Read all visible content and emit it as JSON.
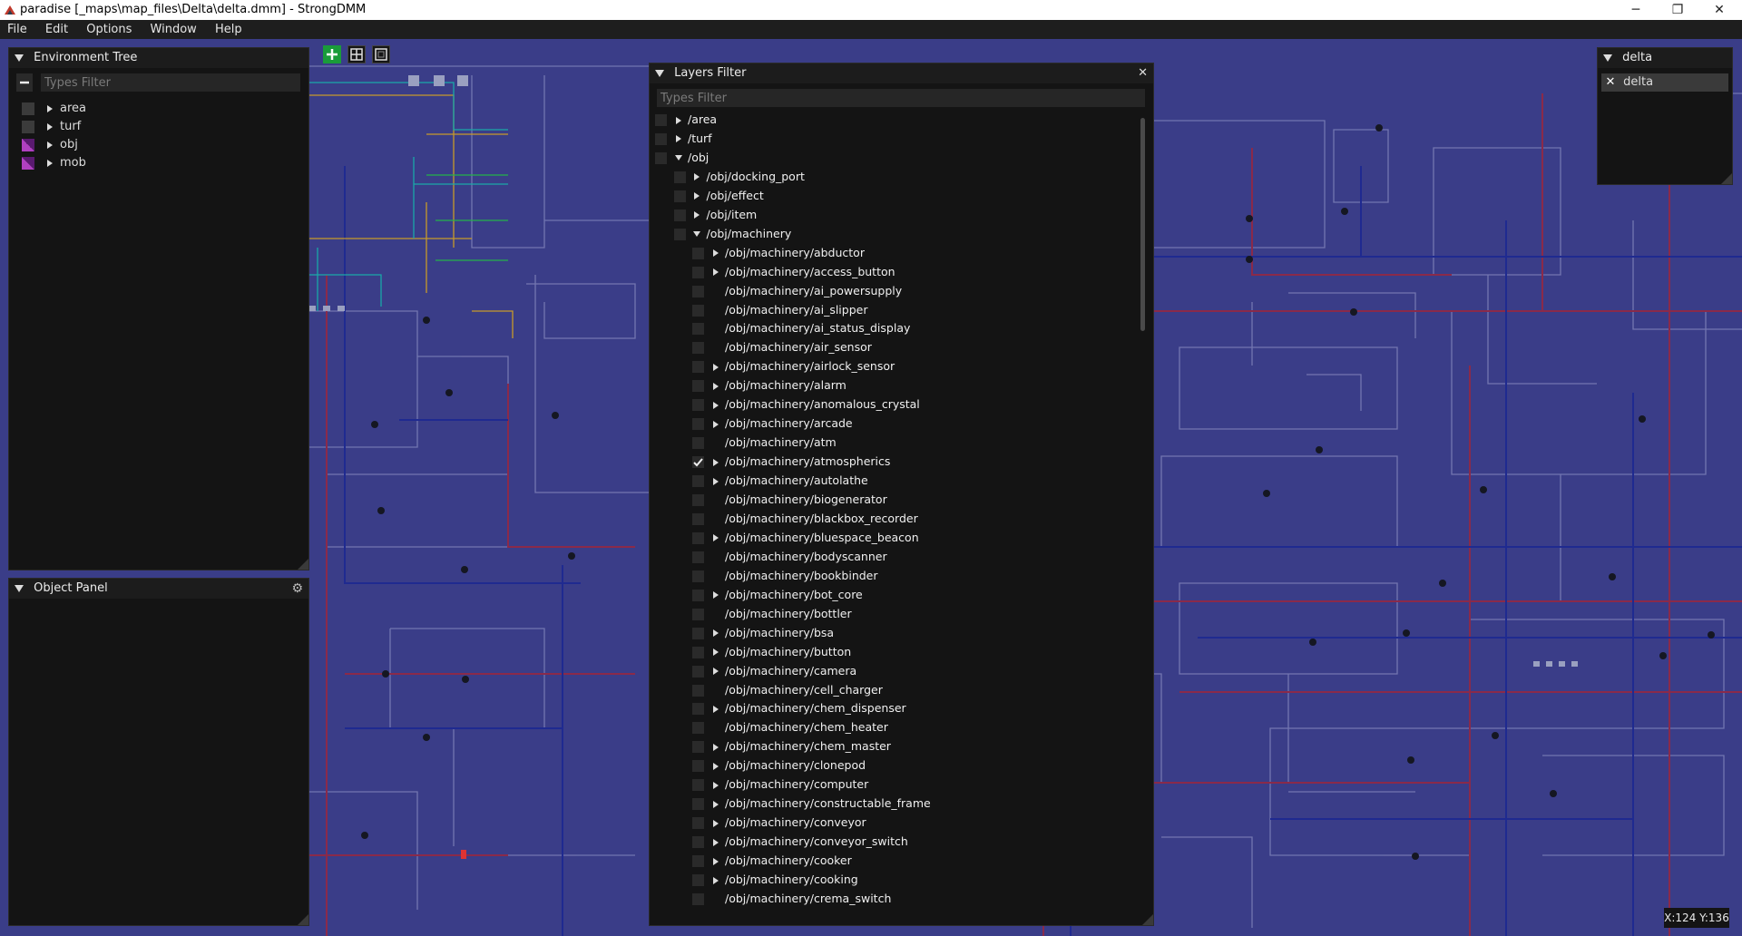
{
  "window": {
    "title": "paradise [_maps\\map_files\\Delta\\delta.dmm] - StrongDMM",
    "minimize_glyph": "─",
    "maximize_glyph": "❐",
    "close_glyph": "✕"
  },
  "menu": [
    "File",
    "Edit",
    "Options",
    "Window",
    "Help"
  ],
  "environment_tree": {
    "title": "Environment Tree",
    "filter_placeholder": "Types Filter",
    "items": [
      {
        "label": "area",
        "color": "#3b3b3b"
      },
      {
        "label": "turf",
        "color": "#3b3b3b"
      },
      {
        "label": "obj",
        "color": "#b040c0"
      },
      {
        "label": "mob",
        "color": "#b040c0"
      }
    ]
  },
  "object_panel": {
    "title": "Object Panel",
    "settings_icon": "gear-icon"
  },
  "layers_filter": {
    "title": "Layers Filter",
    "filter_placeholder": "Types Filter",
    "close_glyph": "✕",
    "rows": [
      {
        "label": "/area",
        "depth": 0,
        "arrow": "right",
        "checked": false
      },
      {
        "label": "/turf",
        "depth": 0,
        "arrow": "right",
        "checked": false
      },
      {
        "label": "/obj",
        "depth": 0,
        "arrow": "down",
        "checked": false
      },
      {
        "label": "/obj/docking_port",
        "depth": 1,
        "arrow": "right",
        "checked": false
      },
      {
        "label": "/obj/effect",
        "depth": 1,
        "arrow": "right",
        "checked": false
      },
      {
        "label": "/obj/item",
        "depth": 1,
        "arrow": "right",
        "checked": false
      },
      {
        "label": "/obj/machinery",
        "depth": 1,
        "arrow": "down",
        "checked": false
      },
      {
        "label": "/obj/machinery/abductor",
        "depth": 2,
        "arrow": "right",
        "checked": false
      },
      {
        "label": "/obj/machinery/access_button",
        "depth": 2,
        "arrow": "right",
        "checked": false
      },
      {
        "label": "/obj/machinery/ai_powersupply",
        "depth": 2,
        "arrow": "none",
        "checked": false
      },
      {
        "label": "/obj/machinery/ai_slipper",
        "depth": 2,
        "arrow": "none",
        "checked": false
      },
      {
        "label": "/obj/machinery/ai_status_display",
        "depth": 2,
        "arrow": "none",
        "checked": false
      },
      {
        "label": "/obj/machinery/air_sensor",
        "depth": 2,
        "arrow": "none",
        "checked": false
      },
      {
        "label": "/obj/machinery/airlock_sensor",
        "depth": 2,
        "arrow": "right",
        "checked": false
      },
      {
        "label": "/obj/machinery/alarm",
        "depth": 2,
        "arrow": "right",
        "checked": false
      },
      {
        "label": "/obj/machinery/anomalous_crystal",
        "depth": 2,
        "arrow": "right",
        "checked": false
      },
      {
        "label": "/obj/machinery/arcade",
        "depth": 2,
        "arrow": "right",
        "checked": false
      },
      {
        "label": "/obj/machinery/atm",
        "depth": 2,
        "arrow": "none",
        "checked": false
      },
      {
        "label": "/obj/machinery/atmospherics",
        "depth": 2,
        "arrow": "right",
        "checked": true
      },
      {
        "label": "/obj/machinery/autolathe",
        "depth": 2,
        "arrow": "right",
        "checked": false
      },
      {
        "label": "/obj/machinery/biogenerator",
        "depth": 2,
        "arrow": "none",
        "checked": false
      },
      {
        "label": "/obj/machinery/blackbox_recorder",
        "depth": 2,
        "arrow": "none",
        "checked": false
      },
      {
        "label": "/obj/machinery/bluespace_beacon",
        "depth": 2,
        "arrow": "right",
        "checked": false
      },
      {
        "label": "/obj/machinery/bodyscanner",
        "depth": 2,
        "arrow": "none",
        "checked": false
      },
      {
        "label": "/obj/machinery/bookbinder",
        "depth": 2,
        "arrow": "none",
        "checked": false
      },
      {
        "label": "/obj/machinery/bot_core",
        "depth": 2,
        "arrow": "right",
        "checked": false
      },
      {
        "label": "/obj/machinery/bottler",
        "depth": 2,
        "arrow": "none",
        "checked": false
      },
      {
        "label": "/obj/machinery/bsa",
        "depth": 2,
        "arrow": "right",
        "checked": false
      },
      {
        "label": "/obj/machinery/button",
        "depth": 2,
        "arrow": "right",
        "checked": false
      },
      {
        "label": "/obj/machinery/camera",
        "depth": 2,
        "arrow": "right",
        "checked": false
      },
      {
        "label": "/obj/machinery/cell_charger",
        "depth": 2,
        "arrow": "none",
        "checked": false
      },
      {
        "label": "/obj/machinery/chem_dispenser",
        "depth": 2,
        "arrow": "right",
        "checked": false
      },
      {
        "label": "/obj/machinery/chem_heater",
        "depth": 2,
        "arrow": "none",
        "checked": false
      },
      {
        "label": "/obj/machinery/chem_master",
        "depth": 2,
        "arrow": "right",
        "checked": false
      },
      {
        "label": "/obj/machinery/clonepod",
        "depth": 2,
        "arrow": "right",
        "checked": false
      },
      {
        "label": "/obj/machinery/computer",
        "depth": 2,
        "arrow": "right",
        "checked": false
      },
      {
        "label": "/obj/machinery/constructable_frame",
        "depth": 2,
        "arrow": "right",
        "checked": false
      },
      {
        "label": "/obj/machinery/conveyor",
        "depth": 2,
        "arrow": "right",
        "checked": false
      },
      {
        "label": "/obj/machinery/conveyor_switch",
        "depth": 2,
        "arrow": "right",
        "checked": false
      },
      {
        "label": "/obj/machinery/cooker",
        "depth": 2,
        "arrow": "right",
        "checked": false
      },
      {
        "label": "/obj/machinery/cooking",
        "depth": 2,
        "arrow": "right",
        "checked": false
      },
      {
        "label": "/obj/machinery/crema_switch",
        "depth": 2,
        "arrow": "none",
        "checked": false
      }
    ]
  },
  "maps_panel": {
    "title": "delta",
    "open_maps": [
      "delta"
    ],
    "close_glyph": "✕"
  },
  "status": {
    "coords": "X:124 Y:136"
  },
  "colors": {
    "map_bg": "#3a3d88",
    "panel_bg": "#141414",
    "accent_green": "#1a9c3a"
  }
}
